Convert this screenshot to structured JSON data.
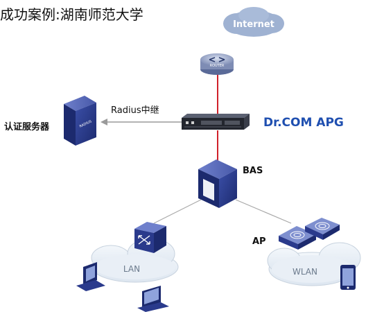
{
  "title": "成功案例:湖南师范大学",
  "nodes": {
    "internet": "Internet",
    "router_tag": "ROUTER",
    "radius_server": "认证服务器",
    "radius_tag": "RADIUS",
    "radius_relay": "Radius中继",
    "apg": "Dr.COM APG",
    "bas": "BAS",
    "ap": "AP",
    "lan": "LAN",
    "wlan": "WLAN"
  },
  "colors": {
    "red_link": "#d0202a",
    "gray_link": "#9a9a9a",
    "device_blue": "#2a3a8c",
    "apg_text": "#1f4fb0",
    "cloud_fill": "#e9eff6",
    "internet_cloud": "#9fb2d2"
  },
  "icons": [
    "cloud-icon",
    "router-icon",
    "server-icon",
    "firewall-appliance-icon",
    "switch-icon",
    "access-point-icon",
    "computer-icon",
    "phone-icon"
  ]
}
